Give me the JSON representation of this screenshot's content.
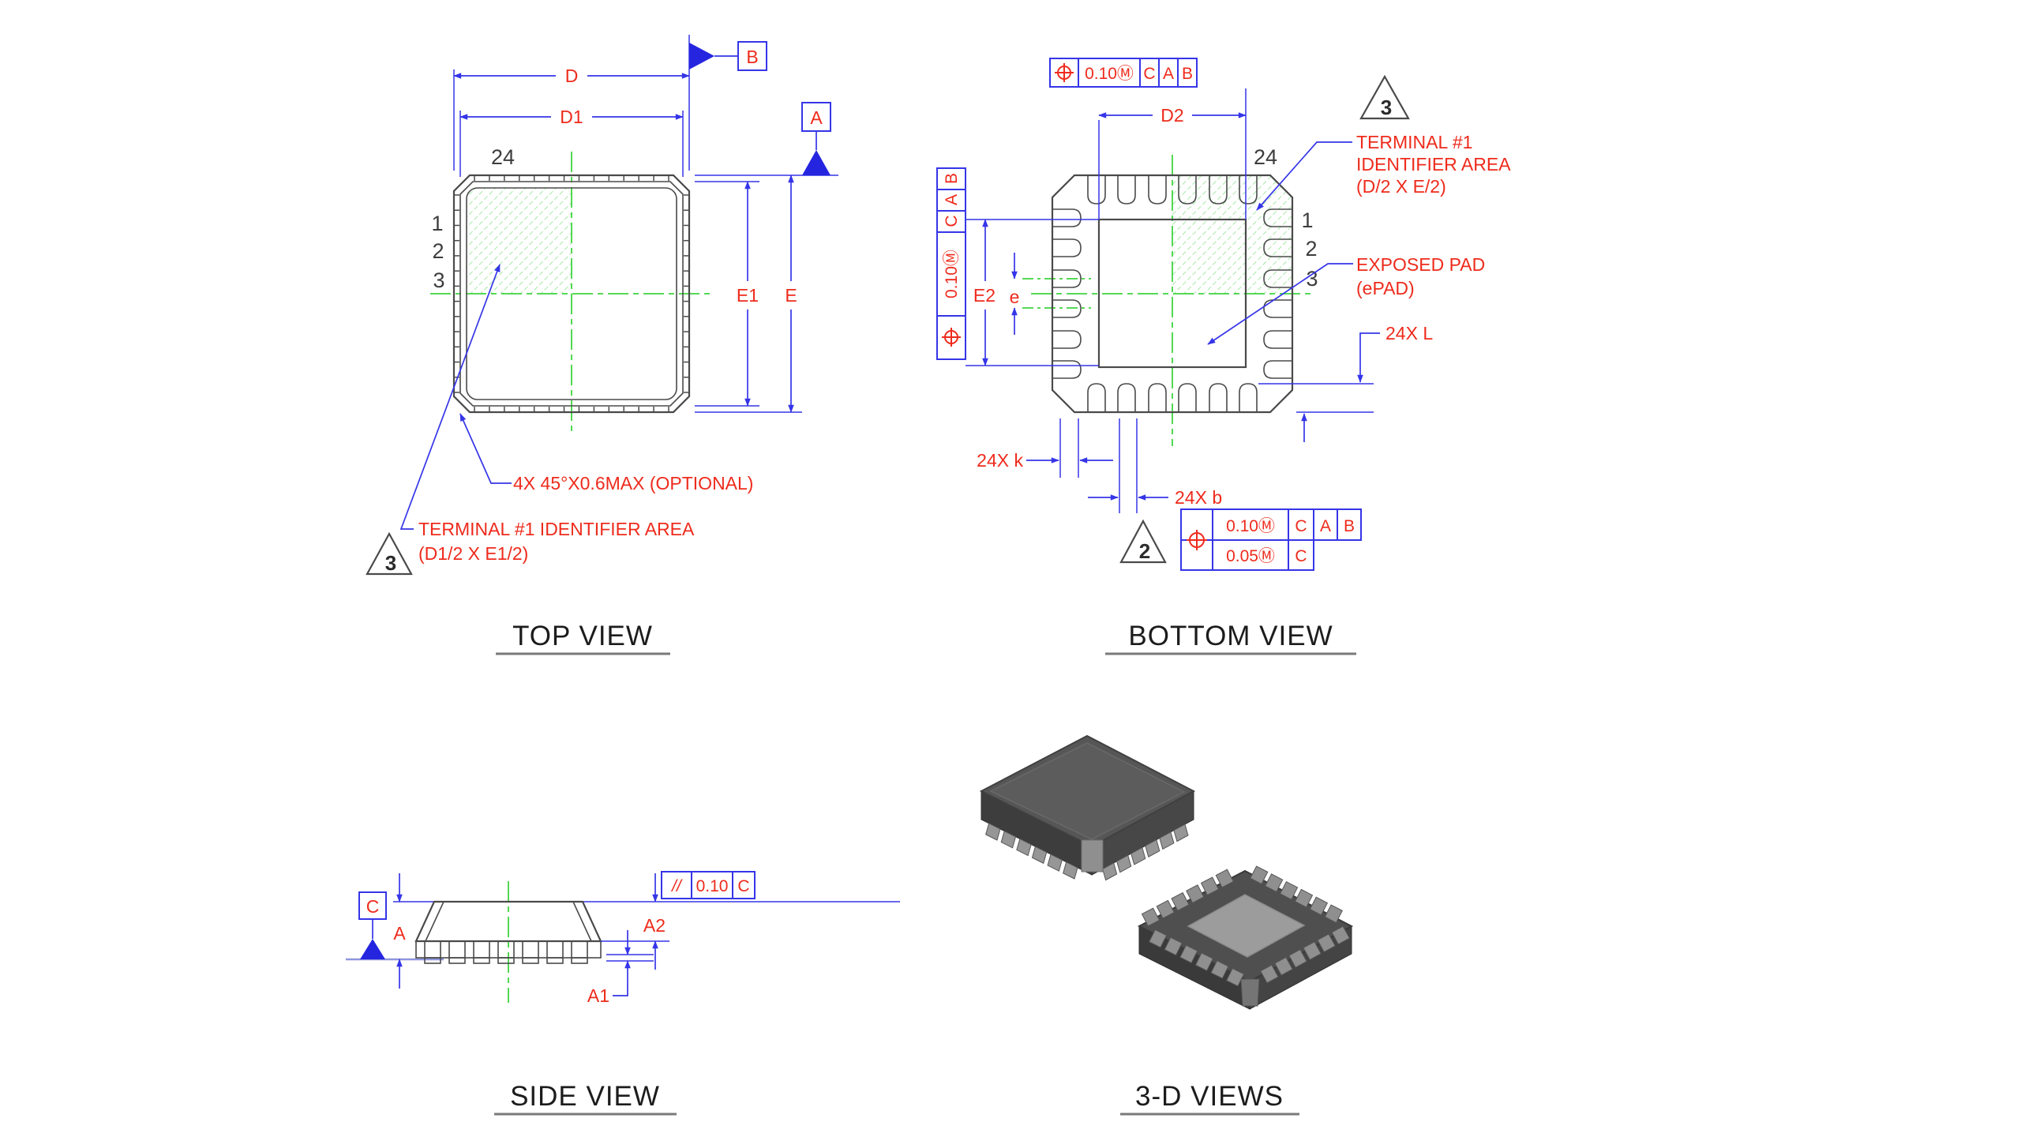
{
  "top_view": {
    "title": "TOP VIEW",
    "pin24": "24",
    "pin1": "1",
    "pin2": "2",
    "pin3": "3",
    "dim_d": "D",
    "dim_d1": "D1",
    "dim_e": "E",
    "dim_e1": "E1",
    "datum_a": "A",
    "datum_b": "B",
    "flag": "3",
    "note_chamfer": "4X 45°X0.6MAX (OPTIONAL)",
    "note_terminal_1": "TERMINAL #1 IDENTIFIER AREA",
    "note_terminal_2": "(D1/2 X E1/2)"
  },
  "bottom_view": {
    "title": "BOTTOM VIEW",
    "pin24": "24",
    "pin1": "1",
    "pin2": "2",
    "pin3": "3",
    "dim_d2": "D2",
    "dim_e2": "E2",
    "dim_e": "e",
    "dim_l": "24X L",
    "dim_k": "24X k",
    "dim_b": "24X b",
    "flag_top": "3",
    "flag_bottom": "2",
    "fcf_top": {
      "cells": [
        "0.10Ⓜ",
        "C",
        "A",
        "B"
      ]
    },
    "fcf_left": {
      "cells": [
        "B",
        "A",
        "C",
        "0.10Ⓜ"
      ]
    },
    "fcf_bottom": {
      "row1": [
        "0.10Ⓜ",
        "C",
        "A",
        "B"
      ],
      "row2": [
        "0.05Ⓜ",
        "C"
      ]
    },
    "note_terminal_1": "TERMINAL #1",
    "note_terminal_2": "IDENTIFIER AREA",
    "note_terminal_3": "(D/2 X E/2)",
    "note_epad_1": "EXPOSED PAD",
    "note_epad_2": "(ePAD)"
  },
  "side_view": {
    "title": "SIDE VIEW",
    "dim_a": "A",
    "dim_a1": "A1",
    "dim_a2": "A2",
    "datum_c": "C",
    "fcf": {
      "symbol": "//",
      "tol": "0.10",
      "ref": "C"
    }
  },
  "threed_views": {
    "title": "3-D VIEWS"
  },
  "colors": {
    "dimension_blue": "#3535e8",
    "label_red": "#ee2b1c",
    "centerline_green": "#3fd43f",
    "outline_gray": "#4a4a4a"
  }
}
